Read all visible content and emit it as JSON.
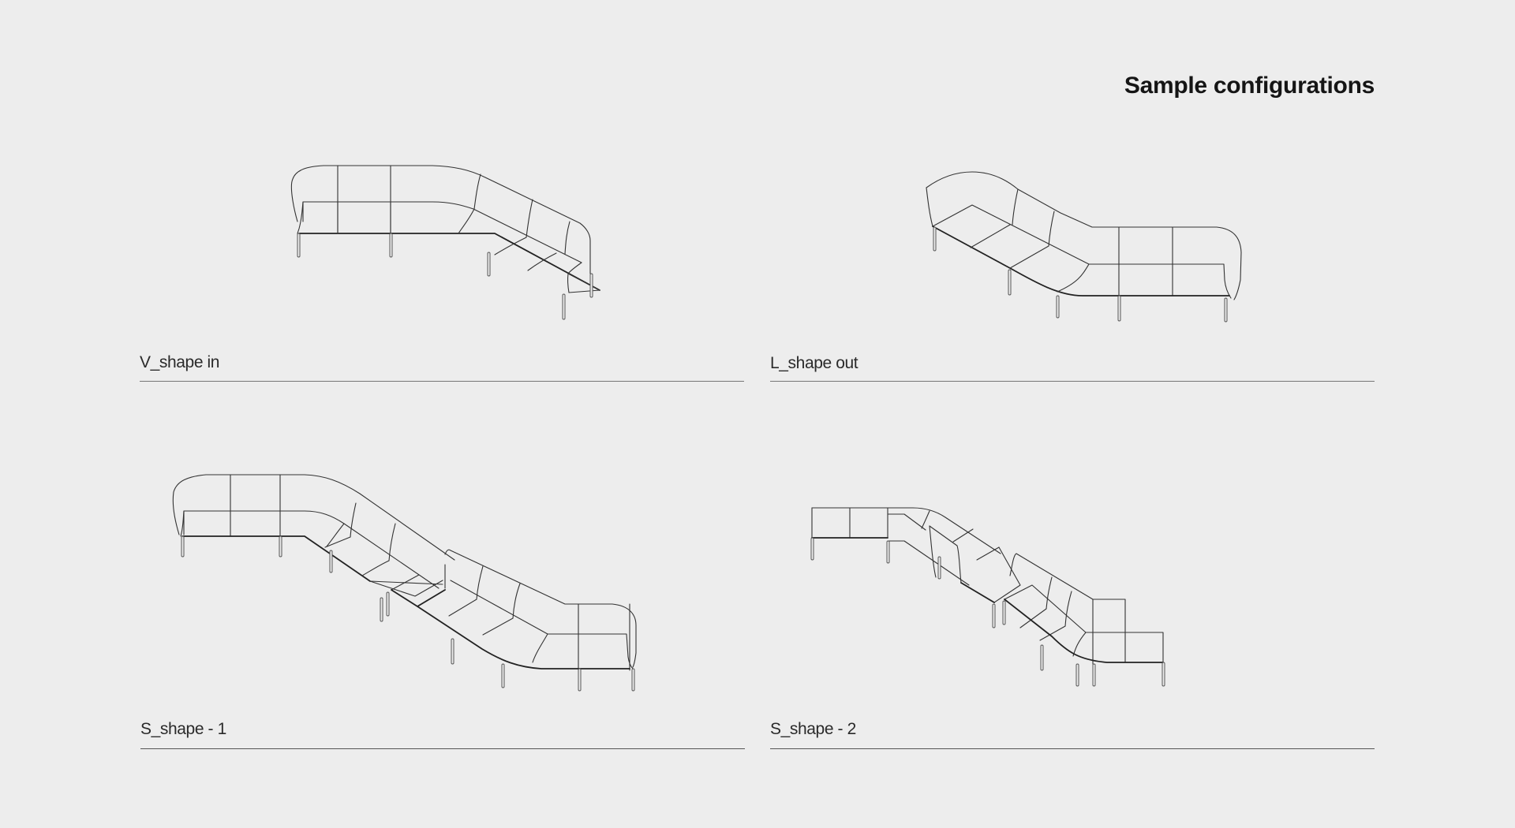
{
  "page": {
    "title": "Sample configurations",
    "background": "#ededed"
  },
  "configurations": [
    {
      "id": "v-shape-in",
      "label": "V_shape in",
      "position": "top-left"
    },
    {
      "id": "l-shape-out",
      "label": "L_shape out",
      "position": "top-right"
    },
    {
      "id": "s-shape-1",
      "label": "S_shape - 1",
      "position": "bottom-left"
    },
    {
      "id": "s-shape-2",
      "label": "S_shape - 2",
      "position": "bottom-right"
    }
  ]
}
